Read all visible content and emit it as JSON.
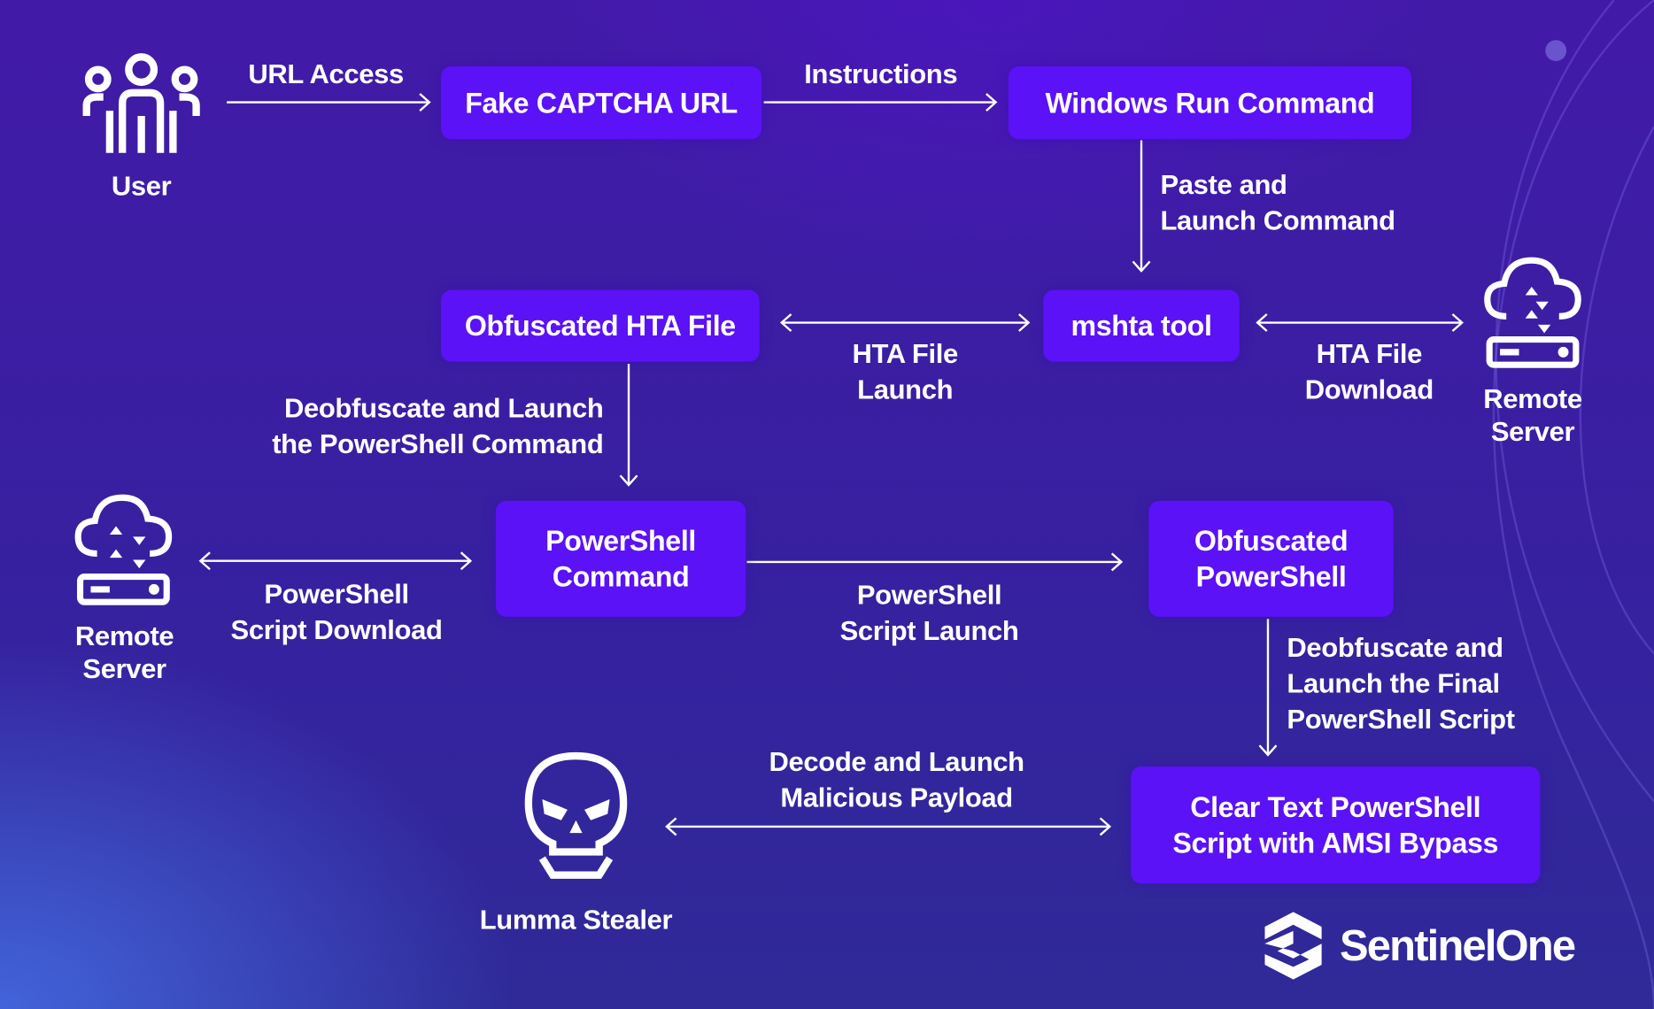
{
  "nodes": {
    "user": "User",
    "fake_captcha": "Fake CAPTCHA URL",
    "windows_run": "Windows Run Command",
    "hta_file": "Obfuscated HTA File",
    "mshta": "mshta tool",
    "remote_server_right": [
      "Remote",
      "Server"
    ],
    "remote_server_left": [
      "Remote",
      "Server"
    ],
    "powershell_command": [
      "PowerShell",
      "Command"
    ],
    "obfuscated_powershell": [
      "Obfuscated",
      "PowerShell"
    ],
    "clear_text": [
      "Clear Text PowerShell",
      "Script with AMSI Bypass"
    ],
    "lumma": "Lumma Stealer"
  },
  "edges": {
    "url_access": "URL Access",
    "instructions": "Instructions",
    "paste_launch": [
      "Paste and",
      "Launch Command"
    ],
    "hta_launch": [
      "HTA File",
      "Launch"
    ],
    "hta_download": [
      "HTA File",
      "Download"
    ],
    "deobfuscate_ps": [
      "Deobfuscate and Launch",
      "the PowerShell Command"
    ],
    "ps_download": [
      "PowerShell",
      "Script Download"
    ],
    "ps_launch": [
      "PowerShell",
      "Script Launch"
    ],
    "deobfuscate_final": [
      "Deobfuscate and",
      "Launch the Final",
      "PowerShell Script"
    ],
    "decode_launch": [
      "Decode and Launch",
      "Malicious Payload"
    ]
  },
  "brand": {
    "name": "SentinelOne"
  },
  "colors": {
    "box": "#5b12f6",
    "background": "#3a1ba6",
    "text": "#ffffff"
  }
}
